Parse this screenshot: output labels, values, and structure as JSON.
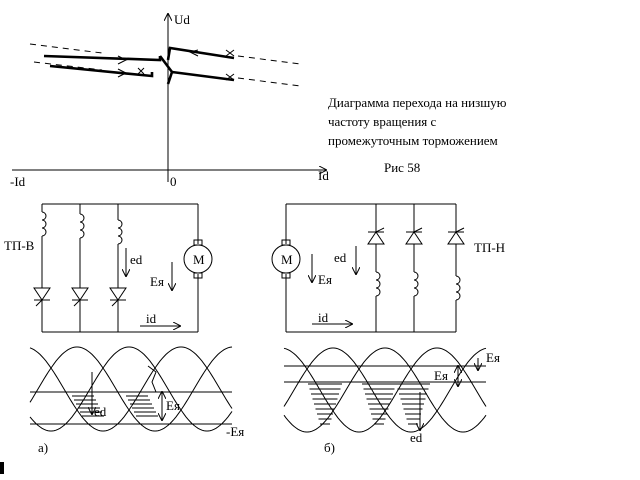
{
  "caption": {
    "lines": [
      "Диаграмма перехода на низшую",
      "частоту вращения с",
      "промежуточным торможением"
    ],
    "fig_number": "Рис 58"
  },
  "axes": {
    "y_label": "Ud",
    "x_label": "Id",
    "neg_x_label": "-Id",
    "origin_label": "0"
  },
  "left_circuit": {
    "converter_label": "ТП-В",
    "emf_label": "ed",
    "motor_label": "М",
    "armature_emf_label": "Ея",
    "current_label": "id"
  },
  "right_circuit": {
    "converter_label": "ТП-Н",
    "emf_label": "ed",
    "motor_label": "М",
    "armature_emf_label": "Ея",
    "current_label": "id"
  },
  "waveform_a": {
    "label": "а)",
    "ed_label": "ed",
    "e_label": "Ея",
    "e_label_end": "-Ея"
  },
  "waveform_b": {
    "label": "б)",
    "e_label_top": "Ея",
    "e_label_mid": "Ея",
    "ed_label": "ed"
  }
}
